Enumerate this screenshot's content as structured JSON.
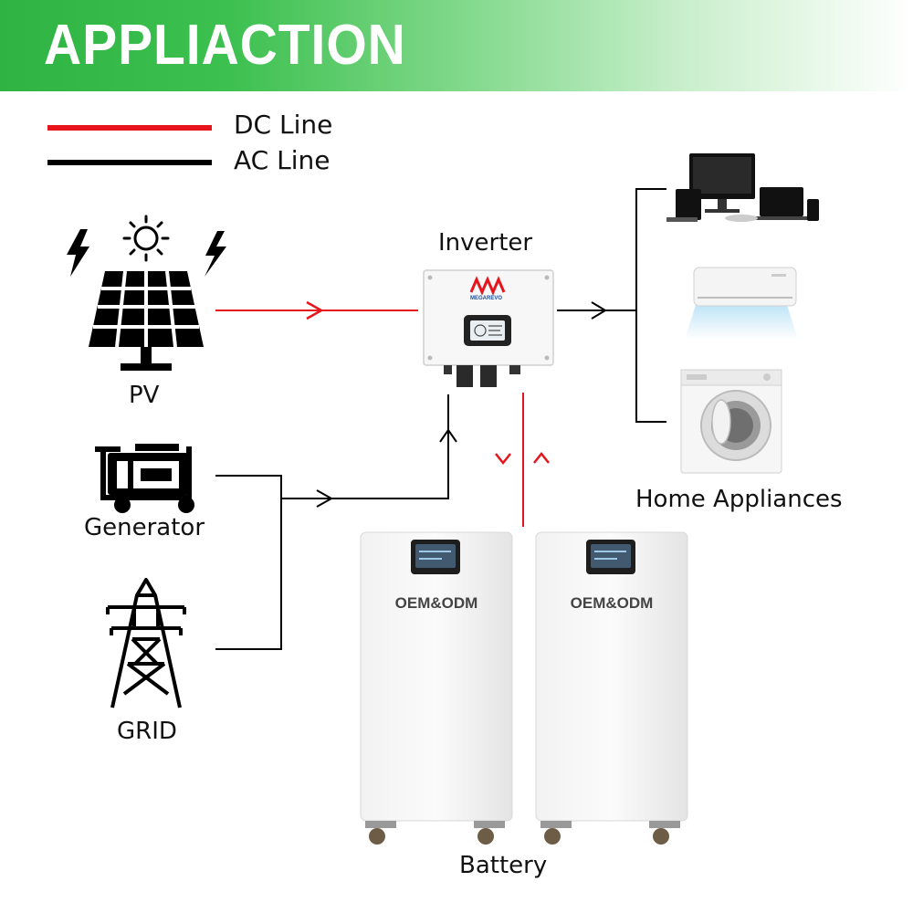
{
  "header": {
    "title": "APPLIACTION"
  },
  "legend": [
    {
      "label": "DC Line",
      "color": "#e8141c"
    },
    {
      "label": "AC Line",
      "color": "#000000"
    }
  ],
  "nodes": {
    "pv": "PV",
    "generator": "Generator",
    "grid": "GRID",
    "inverter": "Inverter",
    "home": "Home Appliances",
    "battery": "Battery"
  },
  "inverter_brand": "MEGAREVO",
  "battery_units": [
    {
      "label": "OEM&ODM"
    },
    {
      "label": "OEM&ODM"
    }
  ],
  "icons": [
    "sun-icon",
    "lightning-icon",
    "solar-panel-icon",
    "generator-icon",
    "power-tower-icon",
    "computer-icon",
    "air-conditioner-icon",
    "washing-machine-icon"
  ]
}
